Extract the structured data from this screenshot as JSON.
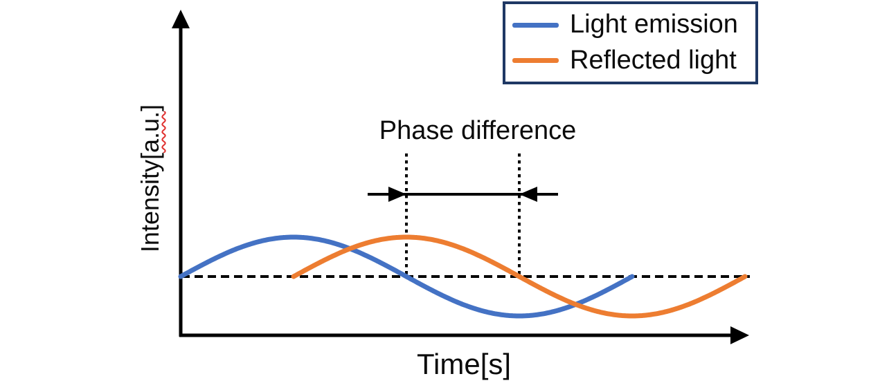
{
  "figure": {
    "ylabel_parts": {
      "prefix": "Intensity[",
      "unit": "a.u.",
      "suffix": "]"
    }
  },
  "colors": {
    "axis": "#000000",
    "annotation": "#000000",
    "legend_border": "#1F3864",
    "proofing_underline": "#E0312F",
    "background": "#FFFFFF"
  },
  "chart_data": {
    "type": "line",
    "title": "",
    "xlabel": "Time[s]",
    "ylabel": "Intensity[a.u.]",
    "x_unit": "fraction of one wave period",
    "x_range_cycles": [
      0,
      1.25
    ],
    "ylim_au": [
      -1,
      1
    ],
    "baseline_au": 0,
    "amplitude_au": 1,
    "waveform": "sine",
    "grid": false,
    "axes_arrows": true,
    "baseline_dashed": true,
    "legend_position": "top-right",
    "series": [
      {
        "name": "Light emission",
        "color": "#4472C4",
        "start_t": 0.0,
        "end_t": 1.0,
        "phase_offset_t": 0.0,
        "key_points_t": {
          "rise_zero": 0.0,
          "peak": 0.25,
          "fall_zero": 0.5,
          "trough": 0.75,
          "end_zero": 1.0
        }
      },
      {
        "name": "Reflected light",
        "color": "#ED7D31",
        "start_t": 0.25,
        "end_t": 1.25,
        "phase_offset_t": 0.25,
        "key_points_t": {
          "rise_zero": 0.25,
          "peak": 0.5,
          "fall_zero": 0.75,
          "trough": 1.0,
          "end_zero": 1.25
        }
      }
    ],
    "annotations": {
      "phase_difference_label": "Phase difference",
      "phase_difference_t": 0.25,
      "marker_t": [
        0.5,
        0.75
      ]
    }
  }
}
